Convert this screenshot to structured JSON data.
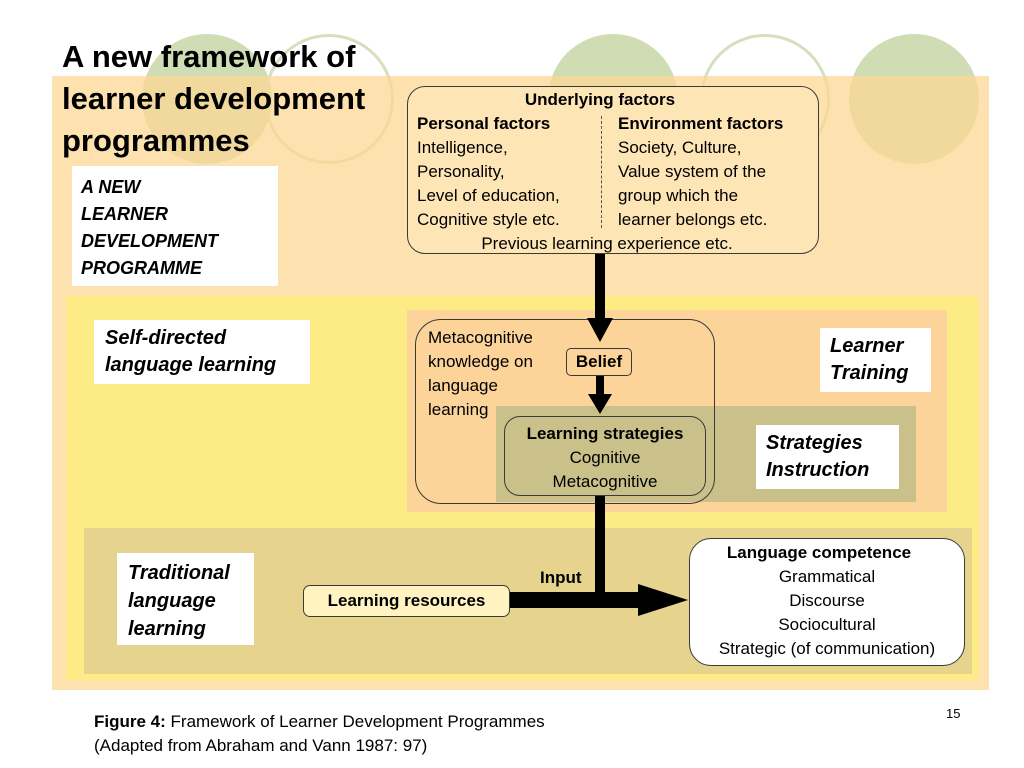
{
  "slide": {
    "title_lines": [
      "A new framework of",
      "learner development",
      "programmes"
    ],
    "page_number": "15"
  },
  "labels": {
    "new_programme": [
      "A NEW",
      "LEARNER",
      "DEVELOPMENT",
      "PROGRAMME"
    ],
    "self_directed": [
      "Self-directed",
      "language learning"
    ],
    "learner_training": [
      "Learner",
      "Training"
    ],
    "strategies_instruction": [
      "Strategies",
      "Instruction"
    ],
    "traditional": [
      "Traditional",
      "language",
      "learning"
    ]
  },
  "underlying": {
    "heading": "Underlying factors",
    "personal_heading": "Personal factors",
    "personal_lines": [
      "Intelligence,",
      "Personality,",
      "Level of education,",
      "Cognitive style etc."
    ],
    "environment_heading": "Environment factors",
    "environment_lines": [
      "Society, Culture,",
      "Value system of the",
      "group which the",
      "learner belongs etc."
    ],
    "footer": "Previous learning experience etc."
  },
  "metacognitive": {
    "lines": [
      "Metacognitive",
      "knowledge on",
      "language",
      "learning"
    ],
    "belief": "Belief"
  },
  "strategies": {
    "heading": "Learning strategies",
    "lines": [
      "Cognitive",
      "Metacognitive"
    ]
  },
  "input_label": "Input",
  "resources": "Learning resources",
  "competence": {
    "heading": "Language competence",
    "lines": [
      "Grammatical",
      "Discourse",
      "Sociocultural",
      "Strategic (of communication)"
    ]
  },
  "caption": {
    "label": "Figure 4:",
    "text": " Framework of Learner Development Programmes",
    "source": "(Adapted from Abraham and Vann 1987: 97)"
  },
  "colors": {
    "outer_band": "#fde2b0",
    "middle_band": "#fdeb86",
    "inner_band": "#fcd49a",
    "strategies_band": "#c9c08a",
    "traditional_band": "#e6d48e",
    "circle_fill": "#cfdcb4"
  }
}
